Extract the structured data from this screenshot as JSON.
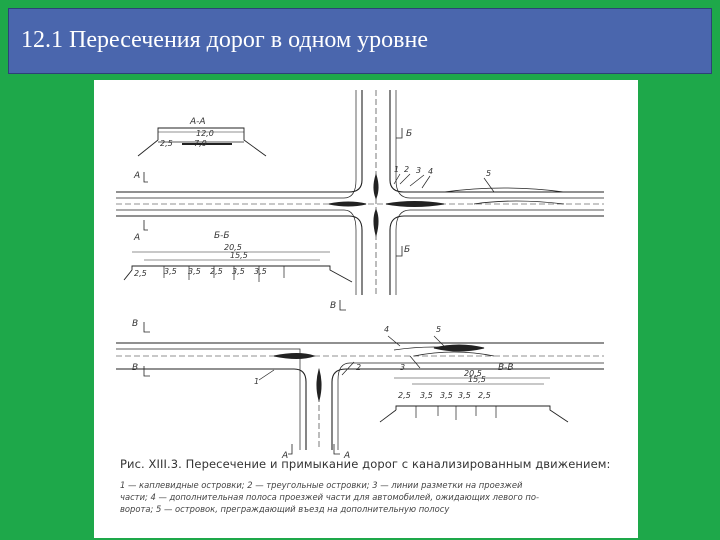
{
  "title": "12.1 Пересечения дорог в одном уровне",
  "figure": {
    "caption_title": "Рис. XIII.3. Пересечение и примыкание дорог с канализированным движением:",
    "caption_lines": [
      "1 — каплевидные островки;  2 — треугольные островки;  3 — линии разметки   на проезжей",
      "части;  4 — дополнительная полоса проезжей части для автомобилей, ожидающих левого по-",
      "ворота;  5 — островок, преграждающий въезд на дополнительную полосу"
    ],
    "section_labels": {
      "aa_title": "А-А",
      "aa_total": "12,0",
      "aa_mid": "7,0",
      "aa_side": "2,5",
      "bb_title": "Б-Б",
      "bb_total": "20,5",
      "bb_sub": "15,5",
      "bb_parts": [
        "2,5",
        "3,5",
        "3,5",
        "2,5",
        "3,5",
        "3,5"
      ],
      "vv_title": "В-В",
      "vv_total": "20,5",
      "vv_sub": "15,5",
      "vv_parts": [
        "2,5",
        "3,5",
        "3,5",
        "3,5",
        "2,5"
      ]
    },
    "markers": {
      "A": "А",
      "B": "Б",
      "V": "В",
      "n1": "1",
      "n2": "2",
      "n3": "3",
      "n4": "4",
      "n5": "5"
    }
  }
}
